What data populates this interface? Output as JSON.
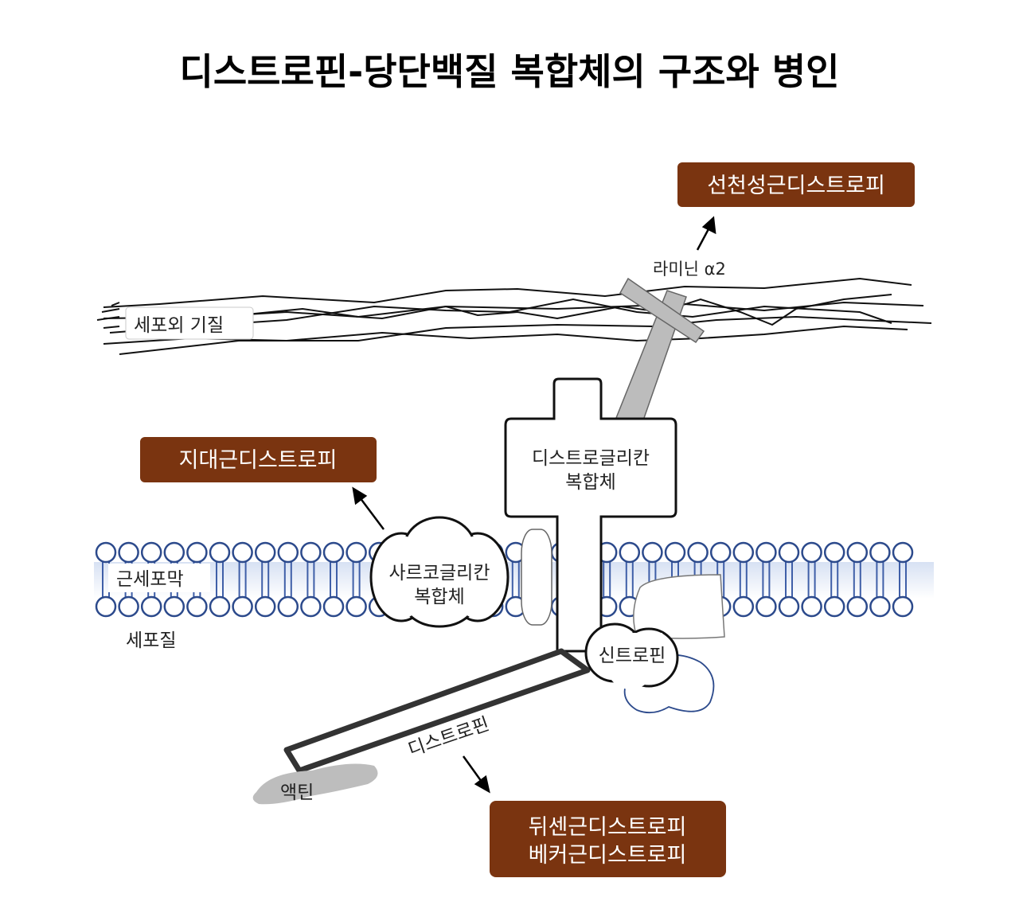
{
  "title": "디스트로핀-당단백질 복합체의 구조와 병인",
  "labels": {
    "ecm": "세포외 기질",
    "laminin": "라미닌 α2",
    "membrane": "근세포막",
    "cytoplasm": "세포질",
    "dystroglycan_line1": "디스트로글리칸",
    "dystroglycan_line2": "복합체",
    "sarcoglycan_line1": "사르코글리칸",
    "sarcoglycan_line2": "복합체",
    "syntrophin": "신트로핀",
    "dystrophin": "디스트로핀",
    "actin": "액틴"
  },
  "diseases": {
    "congenital": "선천성근디스트로피",
    "limb_girdle": "지대근디스트로피",
    "duchenne": "뒤센근디스트로피",
    "becker": "베커근디스트로피"
  },
  "colors": {
    "disease_box": "#7a3410",
    "membrane_head_outline": "#2c4a8c",
    "membrane_tail": "#3f5fa8",
    "laminin_fill": "#bcbcbc",
    "actin_fill": "#bdbdbd",
    "nos_outline": "#2c4a8c"
  }
}
